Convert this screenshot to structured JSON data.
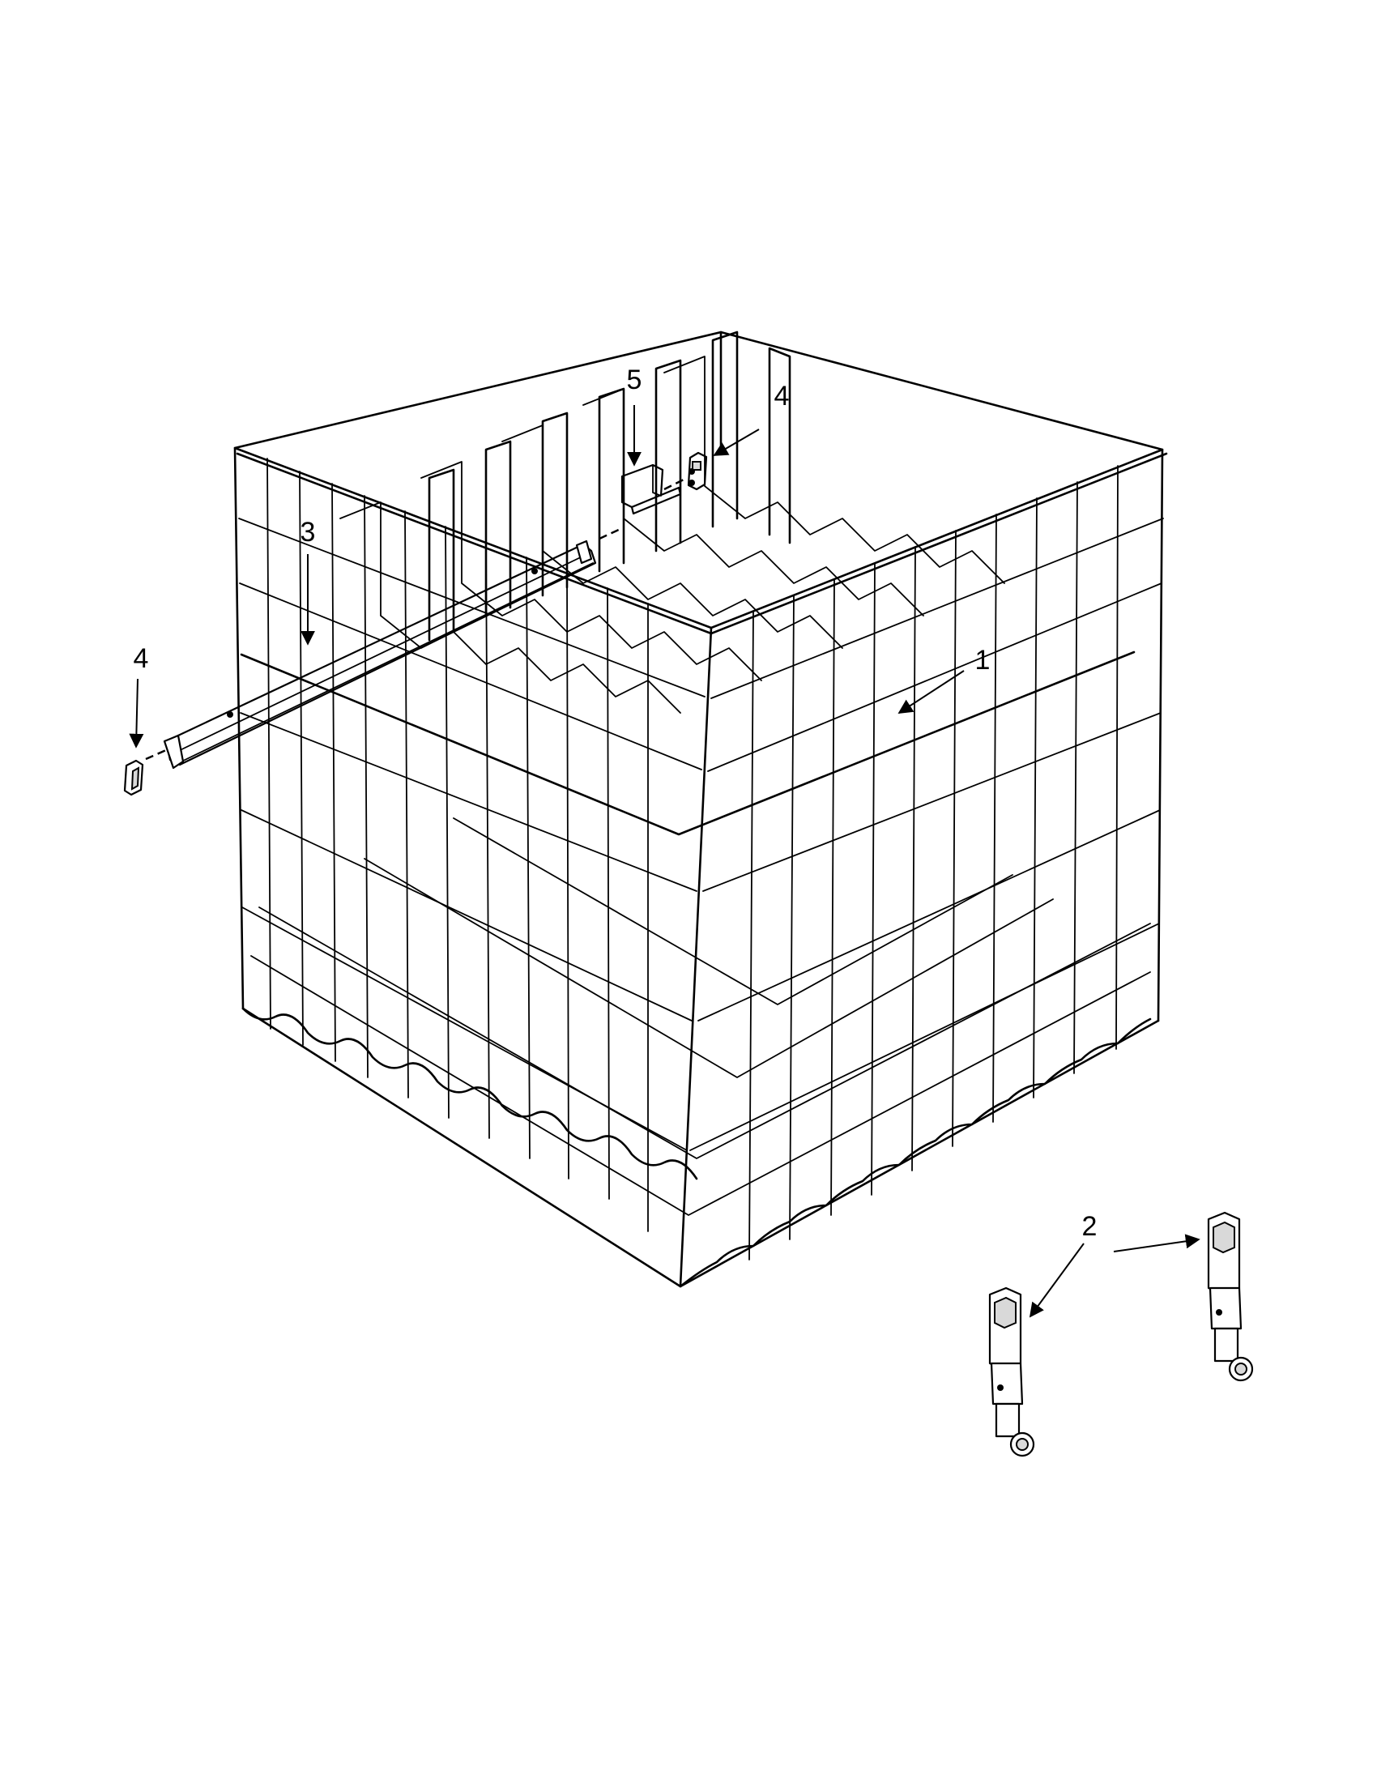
{
  "diagram": {
    "callouts": {
      "c1": "1",
      "c2": "2",
      "c3": "3",
      "c4_top": "4",
      "c4_left": "4",
      "c5": "5"
    },
    "parts": [
      {
        "callout": "1",
        "part": "dishrack-basket"
      },
      {
        "callout": "2",
        "part": "roller-wheel-assembly"
      },
      {
        "callout": "3",
        "part": "rack-rail"
      },
      {
        "callout": "4",
        "part": "rail-end-cap"
      },
      {
        "callout": "5",
        "part": "rail-stop"
      }
    ],
    "colors": {
      "line": "#000000",
      "background": "#ffffff",
      "shade": "#d9d9d9"
    }
  }
}
